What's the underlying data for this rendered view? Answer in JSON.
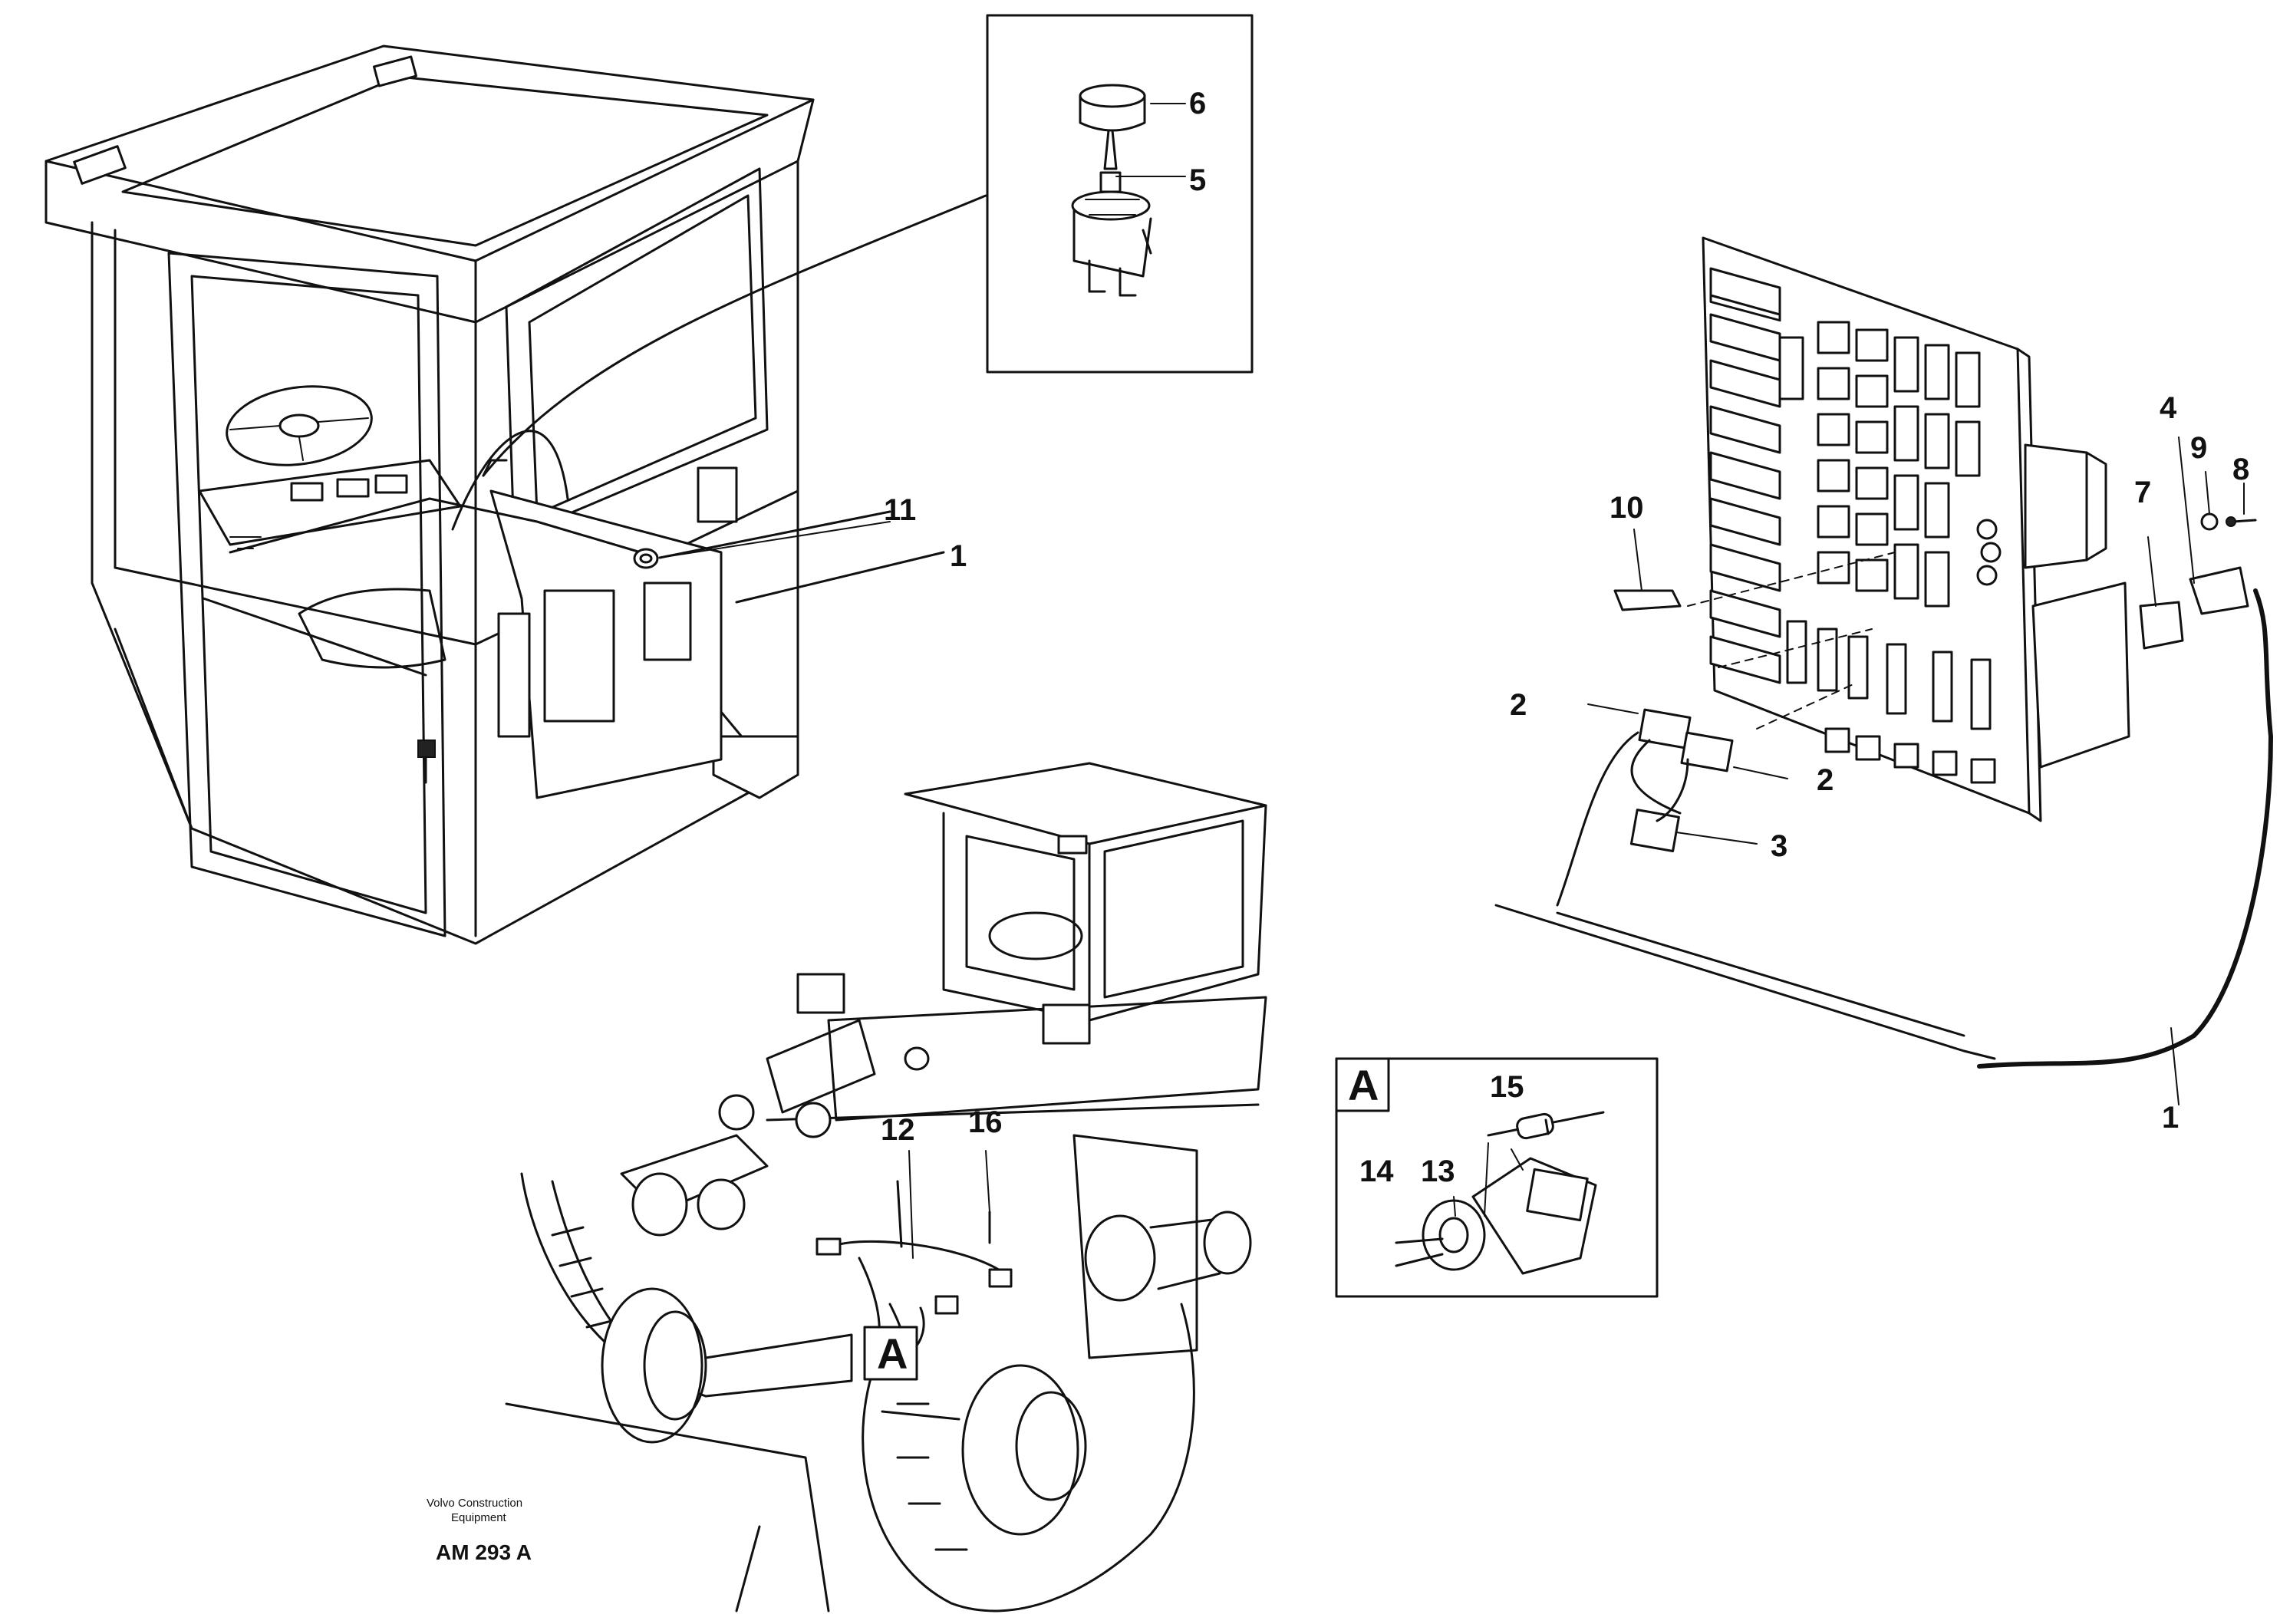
{
  "callouts": {
    "c1_cab": "1",
    "c1_harness": "1",
    "c2_a": "2",
    "c2_b": "2",
    "c3": "3",
    "c4": "4",
    "c5": "5",
    "c6": "6",
    "c7": "7",
    "c8": "8",
    "c9": "9",
    "c10": "10",
    "c11": "11",
    "c12": "12",
    "c13": "13",
    "c14": "14",
    "c15": "15",
    "c16": "16"
  },
  "detail_markers": {
    "on_axle": "A",
    "inset": "A"
  },
  "footer": {
    "brand_line1": "Volvo Construction",
    "brand_line2": "Equipment",
    "drawing_code": "AM 293 A"
  }
}
